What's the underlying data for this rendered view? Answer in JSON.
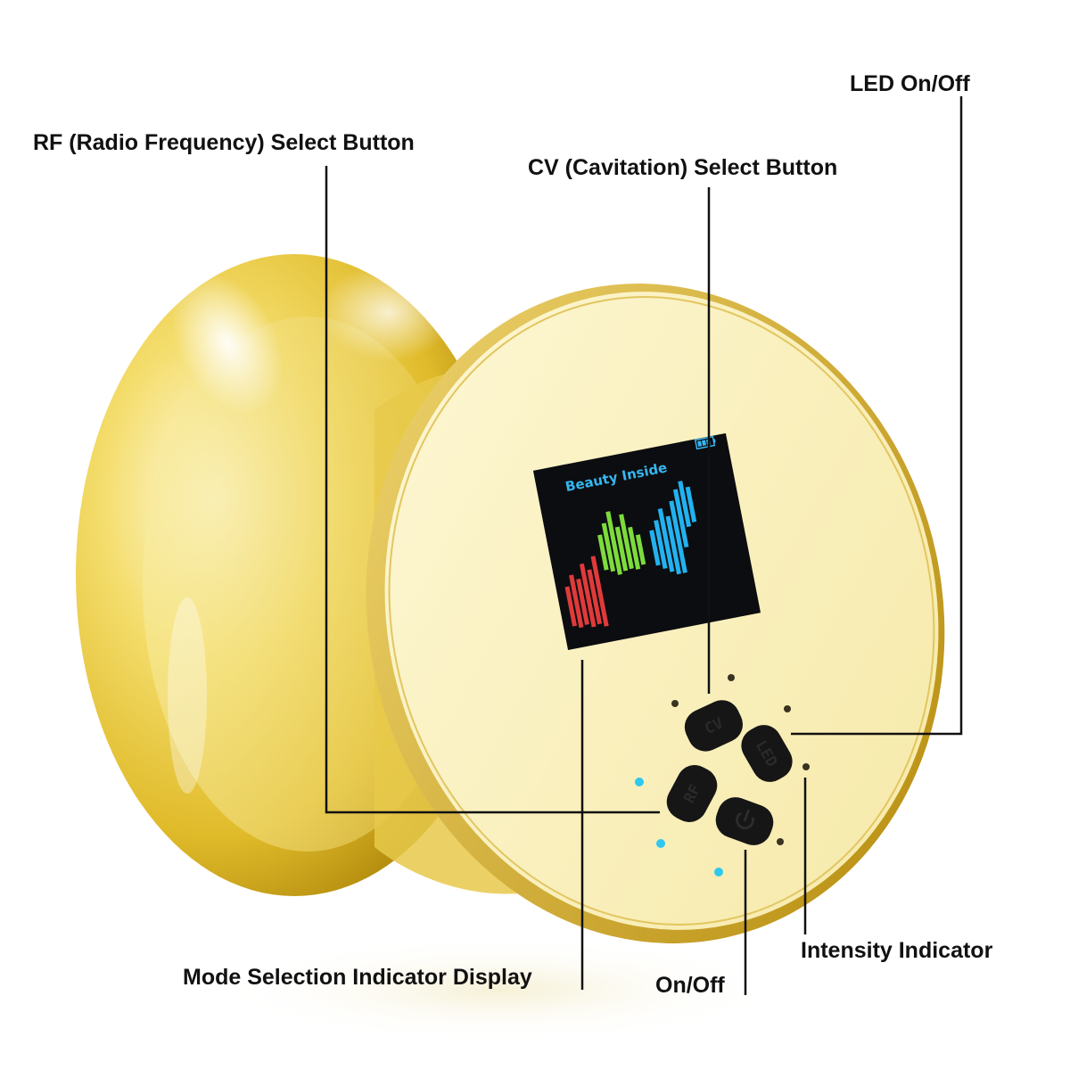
{
  "callouts": {
    "led": "LED On/Off",
    "rf": "RF (Radio Frequency) Select Button",
    "cv": "CV (Cavitation) Select Button",
    "intensity": "Intensity Indicator",
    "mode": "Mode Selection Indicator Display",
    "onoff": "On/Off"
  },
  "device": {
    "screen_title": "Beauty Inside",
    "buttons": {
      "cv": "CV",
      "rf": "RF",
      "led": "LED"
    },
    "bar_colors": [
      "#e03a3a",
      "#7ddc3c",
      "#22b2f0"
    ]
  },
  "colors": {
    "gold_light": "#fbf3c8",
    "gold_mid": "#e6c640",
    "gold_dark": "#b88e00",
    "indicator_blue": "#2fc8ee",
    "leader_line": "#111111"
  }
}
